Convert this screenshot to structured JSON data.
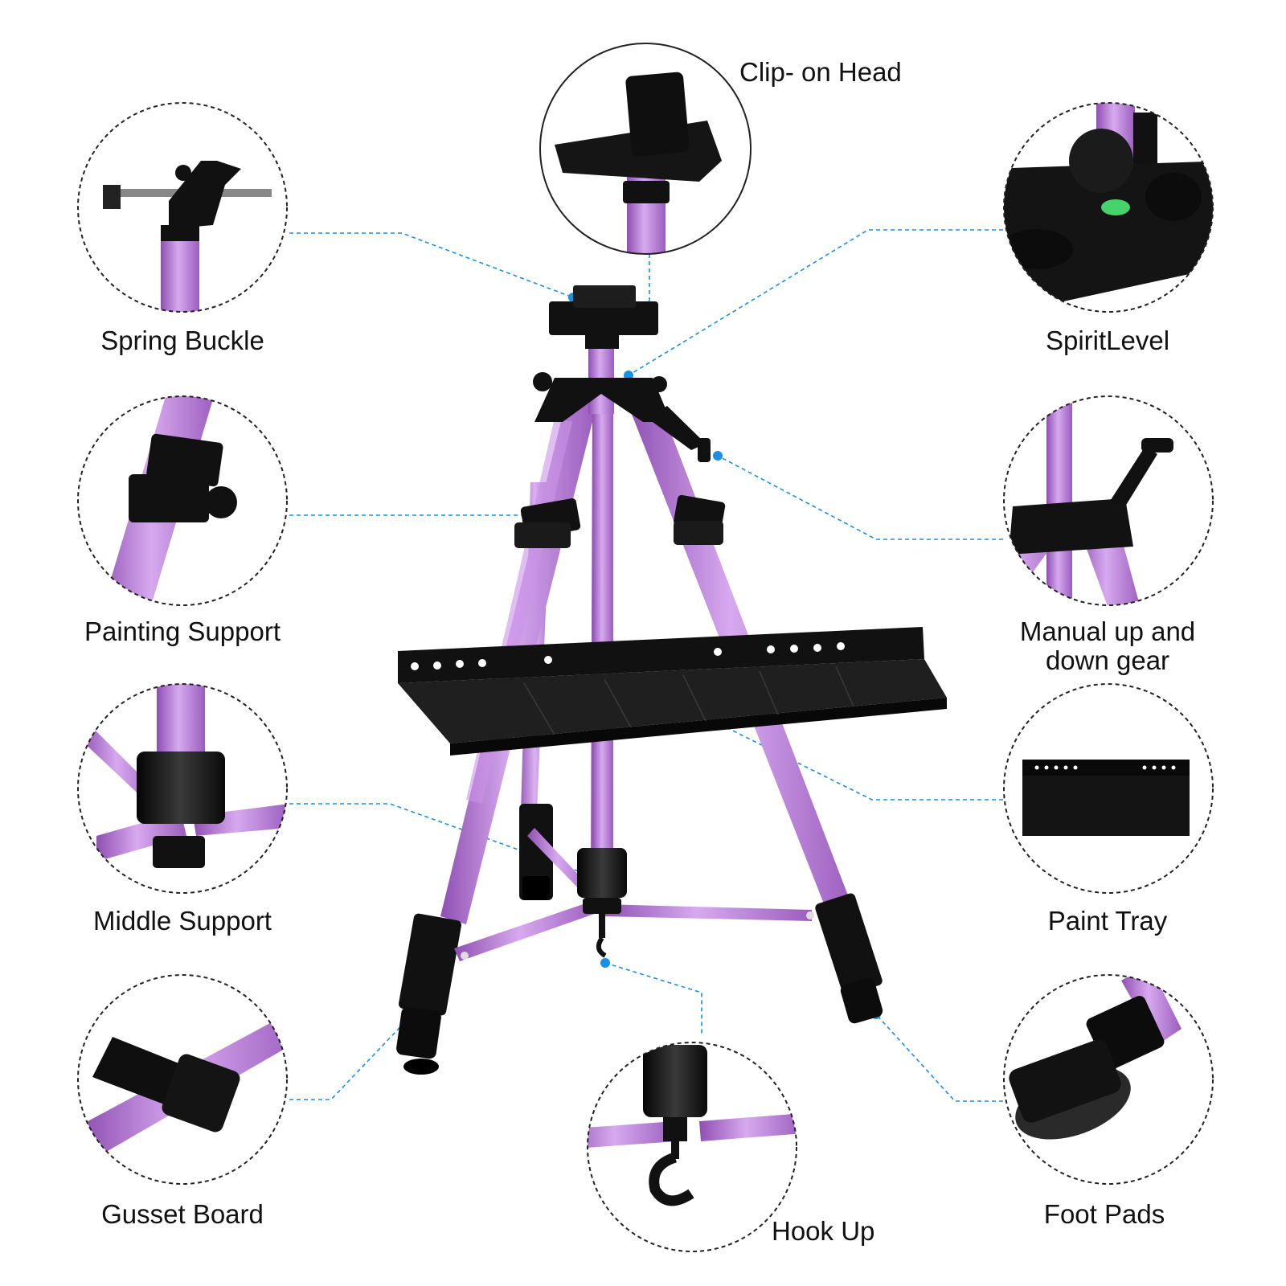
{
  "colors": {
    "frame": "#b67ed6",
    "frame_dark": "#8e4fb2",
    "frame_light": "#d7a9ef",
    "black": "#141414",
    "leader": "#1a8fe6",
    "circle_border": "#222222"
  },
  "callouts": [
    {
      "id": "clip-on-head",
      "label": "Clip- on Head"
    },
    {
      "id": "spring-buckle",
      "label": "Spring Buckle"
    },
    {
      "id": "spirit-level",
      "label": "SpiritLevel"
    },
    {
      "id": "painting-support",
      "label": "Painting Support"
    },
    {
      "id": "manual-gear",
      "label_line1": "Manual up and",
      "label_line2": "down gear"
    },
    {
      "id": "middle-support",
      "label": "Middle Support"
    },
    {
      "id": "paint-tray",
      "label": "Paint Tray"
    },
    {
      "id": "gusset-board",
      "label": "Gusset Board"
    },
    {
      "id": "hook-up",
      "label": "Hook Up"
    },
    {
      "id": "foot-pads",
      "label": "Foot Pads"
    }
  ]
}
